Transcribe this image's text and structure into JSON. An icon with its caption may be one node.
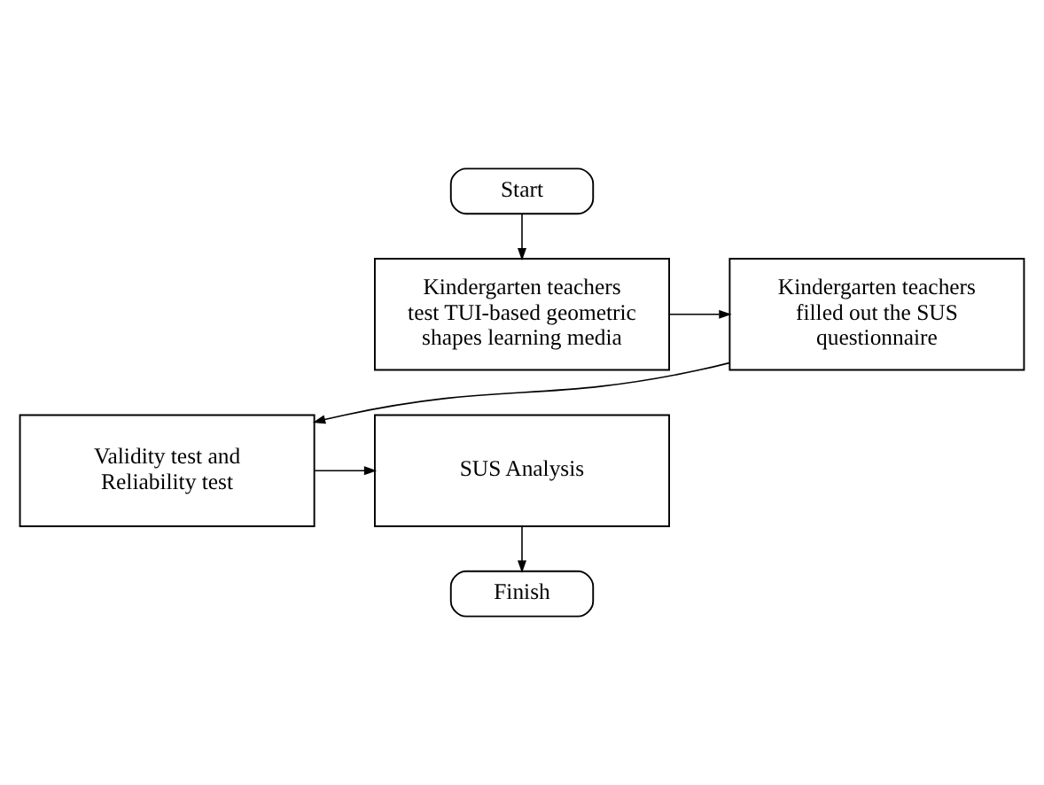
{
  "diagram": {
    "nodes": [
      {
        "text": [
          "Start"
        ]
      },
      {
        "text": [
          "Kindergarten teachers test TUI-based geometric shapes learning media"
        ]
      },
      {
        "text": [
          "Kindergarten teachers filled out the SUS questionnaire"
        ]
      },
      {
        "text": [
          "Validity test and Reliability test"
        ]
      },
      {
        "text": [
          "SUS Analysis"
        ]
      },
      {
        "text": [
          "Finish"
        ]
      }
    ],
    "edges": [
      {
        "from": 0,
        "to": 1,
        "arrow": "to"
      },
      {
        "from": 1,
        "to": 2,
        "arrow": "to"
      },
      {
        "from": 2,
        "to": 3,
        "arrow": "to"
      },
      {
        "from": 3,
        "to": 4,
        "arrow": "to"
      },
      {
        "from": 4,
        "to": 5,
        "arrow": "to"
      }
    ]
  }
}
